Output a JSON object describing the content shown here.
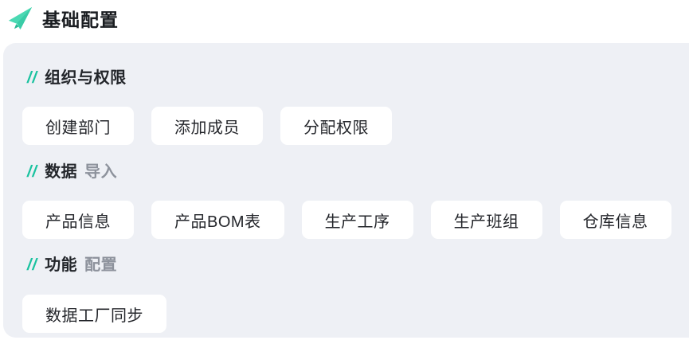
{
  "header": {
    "title": "基础配置",
    "icon": "paper-plane-icon"
  },
  "colors": {
    "accent_teal": "#19C29F",
    "icon_light": "#4BD9B3",
    "icon_dark": "#2AB794",
    "card_bg": "#EEF0F5",
    "text_dark": "#23262B",
    "text_gray": "#8D929C",
    "button_bg": "#FFFFFF"
  },
  "sections": [
    {
      "marker": "//",
      "title_primary": "组织与权限",
      "title_secondary": "",
      "buttons": [
        {
          "label": "创建部门"
        },
        {
          "label": "添加成员"
        },
        {
          "label": "分配权限"
        }
      ]
    },
    {
      "marker": "//",
      "title_primary": "数据",
      "title_secondary": "导入",
      "buttons": [
        {
          "label": "产品信息"
        },
        {
          "label": "产品BOM表"
        },
        {
          "label": "生产工序"
        },
        {
          "label": "生产班组"
        },
        {
          "label": "仓库信息"
        }
      ]
    },
    {
      "marker": "//",
      "title_primary": "功能",
      "title_secondary": "配置",
      "buttons": [
        {
          "label": "数据工厂同步"
        }
      ]
    }
  ]
}
